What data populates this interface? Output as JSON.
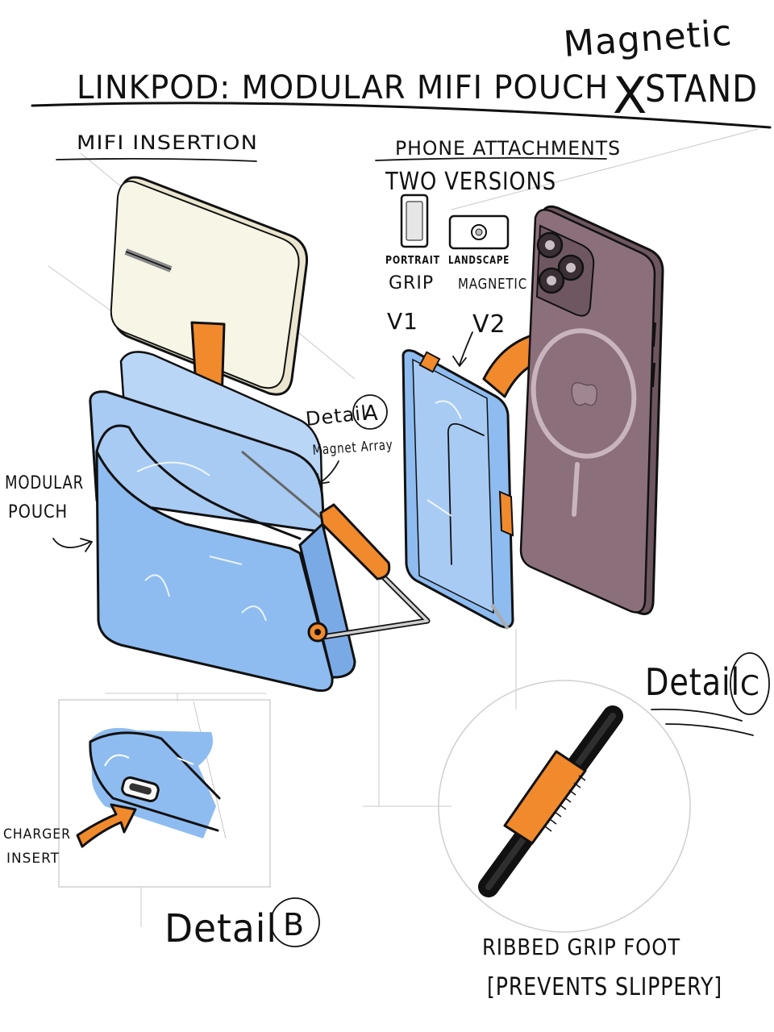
{
  "title": {
    "main": "LINKPOD: MODULAR MIFI POUCH",
    "x_mark": "X",
    "stand": "STAND",
    "magnetic": "Magnetic"
  },
  "sections": {
    "mifi_insertion": "MIFI INSERTION",
    "phone_attachments": "PHONE ATTACHMENTS",
    "two_versions": "TWO VERSIONS"
  },
  "versions": {
    "v1": {
      "orientation": "PORTRAIT",
      "kind": "GRIP",
      "code": "V1"
    },
    "v2": {
      "orientation": "LANDSCAPE",
      "kind": "MAGNETIC",
      "code": "V2"
    }
  },
  "labels": {
    "modular_line1": "MODULAR",
    "modular_line2": "POUCH",
    "detail_a_word": "Detail",
    "detail_a_letter": "A",
    "detail_a_note": "Magnet Array",
    "charger_line1": "CHARGER",
    "charger_line2": "INSERT",
    "detail_b_word": "Detail",
    "detail_b_letter": "B",
    "detail_c_word": "Detail",
    "detail_c_letter": "C",
    "ribbed_line1": "RIBBED GRIP FOOT",
    "ribbed_line2": "[PREVENTS SLIPPERY]"
  },
  "colors": {
    "pouch_blue": "#8ebcf0",
    "pouch_blue_light": "#b9d6f7",
    "accent_orange": "#f08a2c",
    "mifi_cream": "#f4f1de",
    "phone_purple": "#8b6f7a",
    "ink": "#111111"
  }
}
